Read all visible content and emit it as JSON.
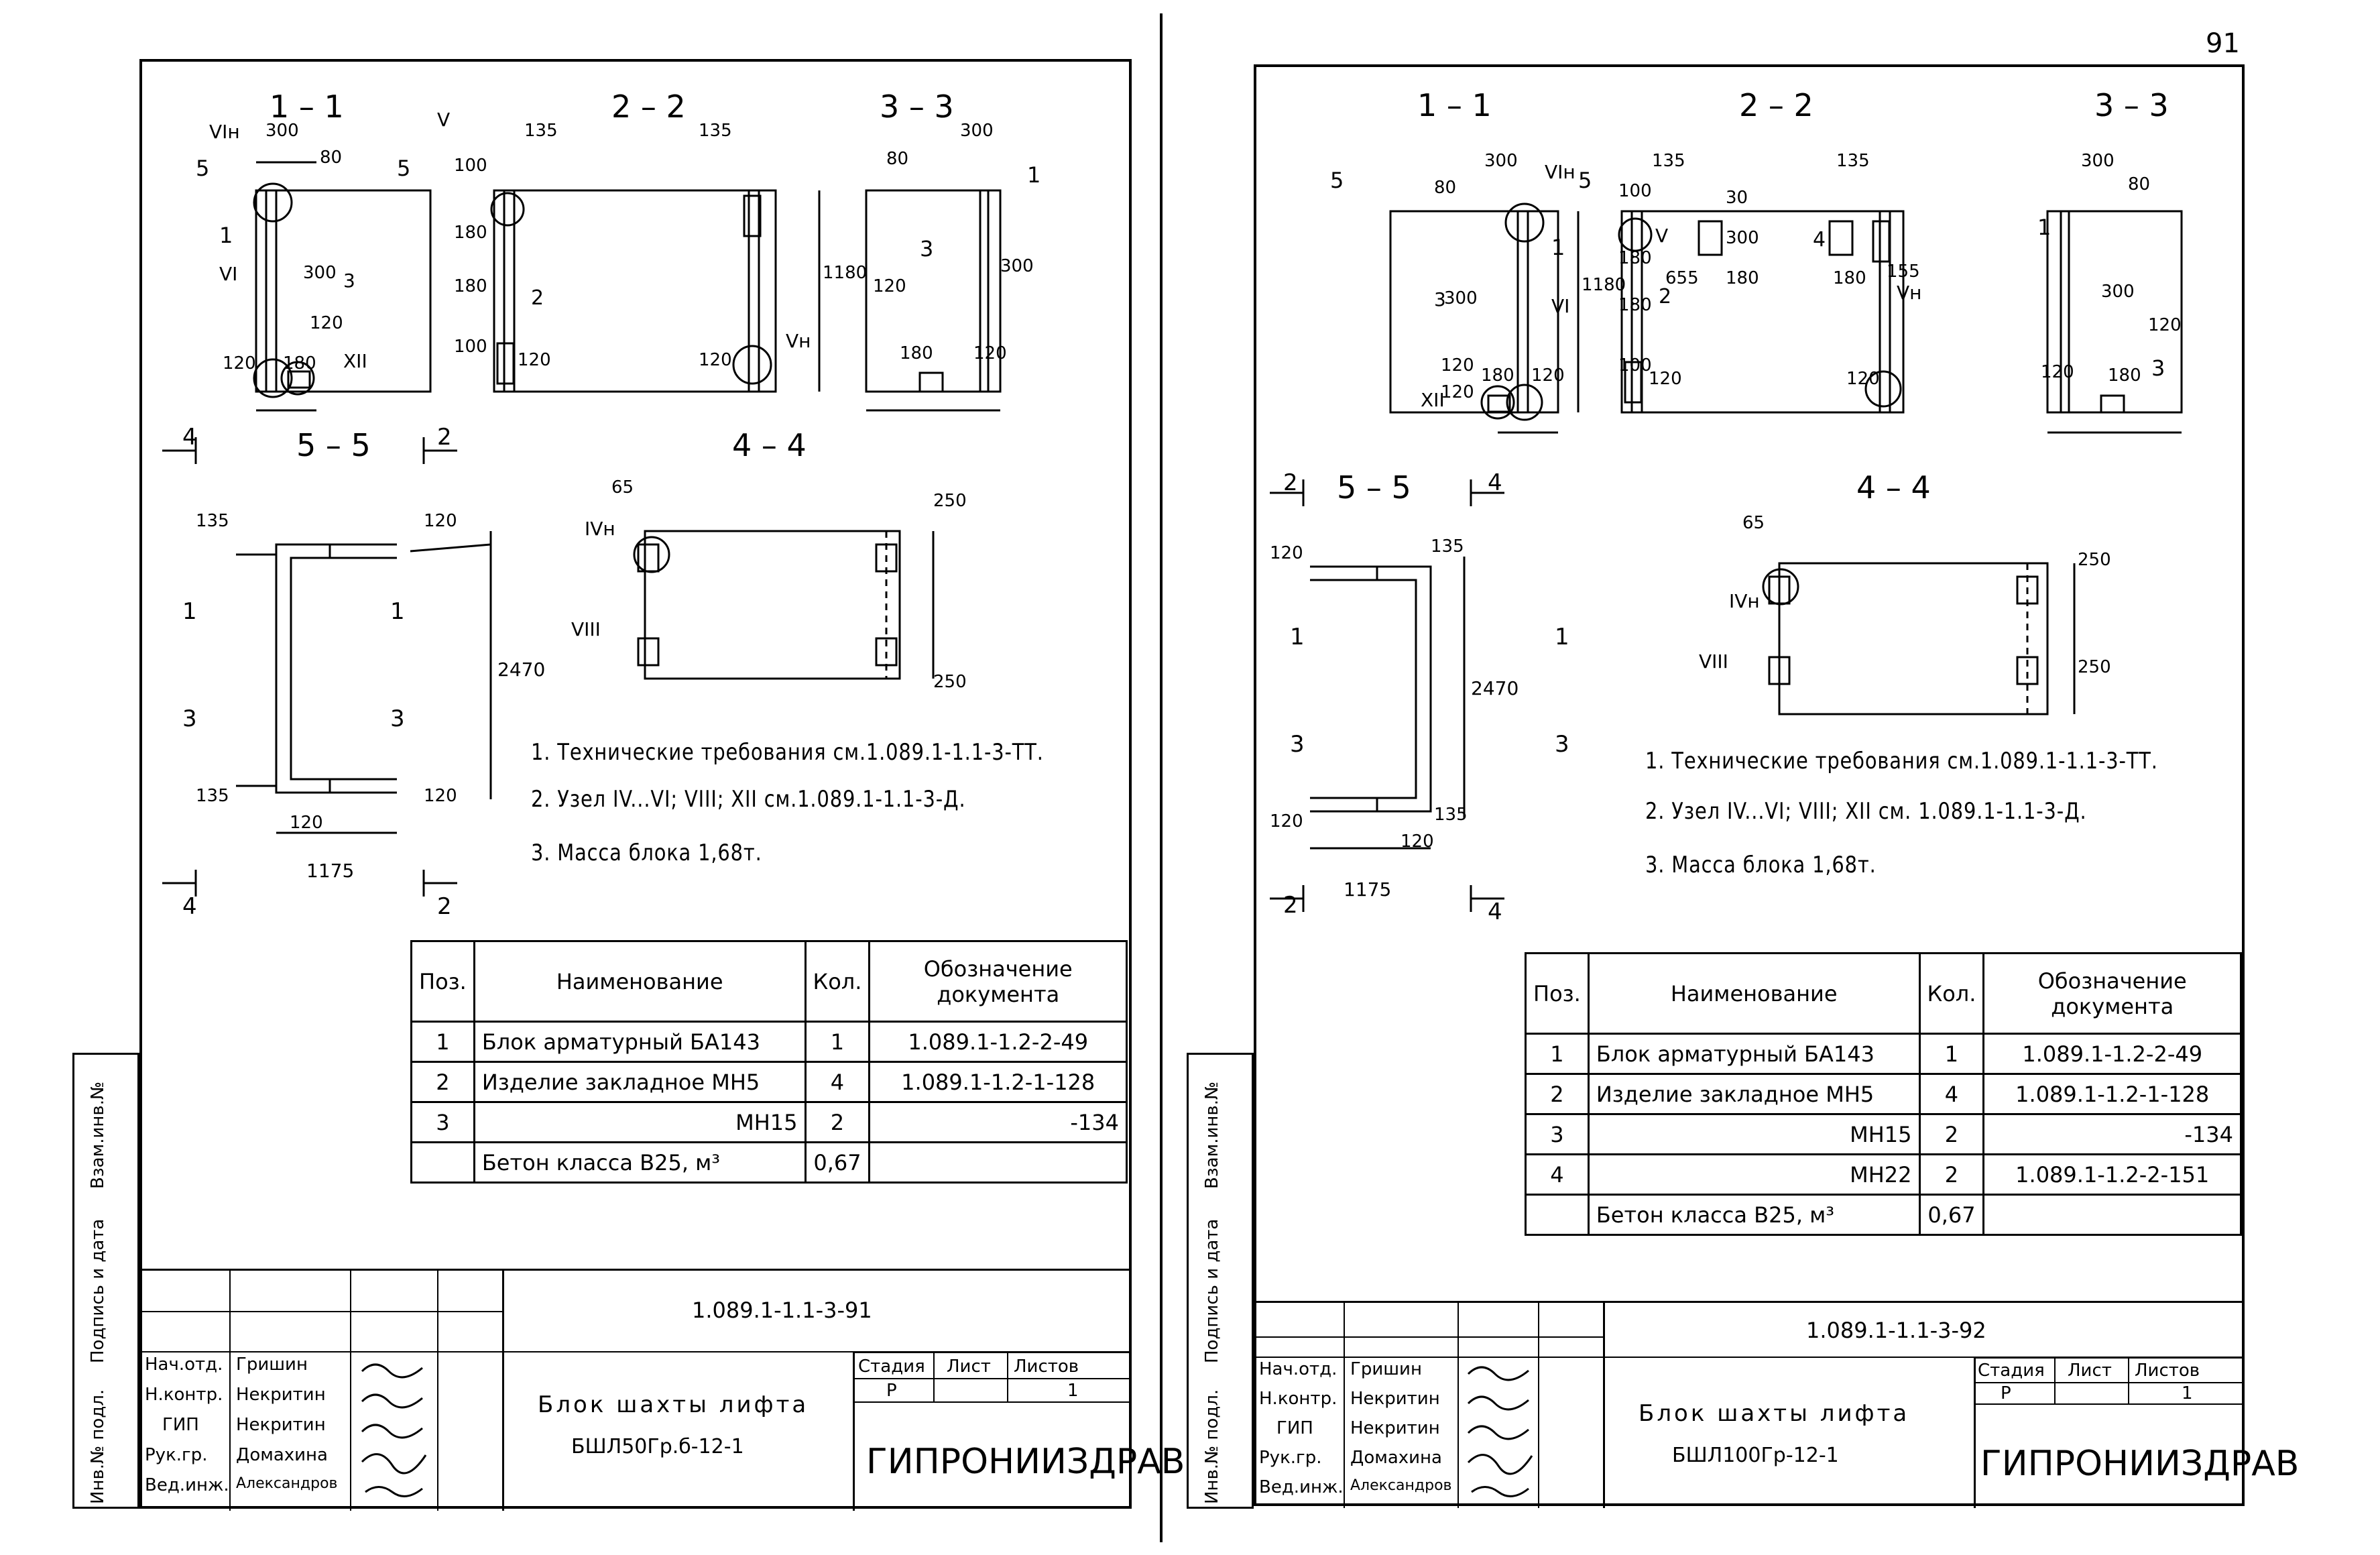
{
  "page_number": "91",
  "sheets": [
    {
      "id": "left",
      "sections": {
        "s11": "1 – 1",
        "s22": "2 – 2",
        "s33": "3 – 3",
        "s55": "5 – 5",
        "s44": "4 – 4"
      },
      "dims": {
        "d300a": "300",
        "d80a": "80",
        "d300b": "300",
        "d120a": "120",
        "d180a": "180",
        "d120b": "120",
        "d135a": "135",
        "d100a": "100",
        "d180b": "180",
        "d180c": "180",
        "d100b": "100",
        "d120c": "120",
        "d135b": "135",
        "d1180": "1180",
        "d120d": "120",
        "d80b": "80",
        "d300c": "300",
        "d300d": "300",
        "d120e": "120",
        "d180d": "180",
        "d120f": "120",
        "d135c": "135",
        "d120g": "120",
        "d2470": "2470",
        "d135d": "135",
        "d120h": "120",
        "d120i": "120",
        "d1175": "1175",
        "d65": "65",
        "d250a": "250",
        "d250b": "250"
      },
      "nodes": {
        "n6h": "VIн",
        "n5": "V",
        "n1": "1",
        "n6": "VI",
        "n3": "3",
        "n12": "XII",
        "n2": "2",
        "n5h": "Vн",
        "n1b": "1",
        "n3b": "3",
        "n4h": "IVн",
        "n8": "VIII",
        "cut5": "5",
        "cut5b": "5",
        "cut4": "4",
        "cut2": "2",
        "cut1": "1",
        "cut1b": "1",
        "cut3": "3",
        "cut3b": "3",
        "cut4b": "4",
        "cut2b": "2"
      },
      "notes": [
        "1. Технические требования см.1.089.1-1.1-3-ТТ.",
        "2. Узел IV...VI; VIII; XII см.1.089.1-1.1-3-Д.",
        "3. Масса блока 1,68т."
      ],
      "spec": {
        "h_pos": "Поз.",
        "h_name": "Наименование",
        "h_qty": "Кол.",
        "h_doc": "Обозначение документа",
        "rows": [
          {
            "pos": "1",
            "name": "Блок арматурный БА143",
            "qty": "1",
            "doc": "1.089.1-1.2-2-49"
          },
          {
            "pos": "2",
            "name": "Изделие закладное МН5",
            "qty": "4",
            "doc": "1.089.1-1.2-1-128"
          },
          {
            "pos": "3",
            "name": "МН15",
            "qty": "2",
            "doc": "-134"
          },
          {
            "pos": "",
            "name": "Бетон класса В25, м³",
            "qty": "0,67",
            "doc": ""
          }
        ]
      },
      "titleblock": {
        "code": "1.089.1-1.1-3-91",
        "title1": "Блок шахты лифта",
        "title2": "БШЛ50Гр.б-12-1",
        "h_stage": "Стадия",
        "h_sheet": "Лист",
        "h_sheets": "Листов",
        "stage": "Р",
        "sheets": "1",
        "org": "ГИПРОНИИЗДРАВ",
        "roles": [
          "Нач.отд.",
          "Н.контр.",
          "ГИП",
          "Рук.гр.",
          "Вед.инж."
        ],
        "names": [
          "Гришин",
          "Некритин",
          "Некритин",
          "Домахина",
          "Александров"
        ],
        "strip": [
          "Инв.№ подл.",
          "Подпись и дата",
          "Взам.инв.№"
        ]
      }
    },
    {
      "id": "right",
      "sections": {
        "s11": "1 – 1",
        "s22": "2 – 2",
        "s33": "3 – 3",
        "s55": "5 – 5",
        "s44": "4 – 4"
      },
      "dims": {
        "d300a": "300",
        "d80a": "80",
        "d300b": "300",
        "d120a": "120",
        "d180a": "180",
        "d120b": "120",
        "d120c": "120",
        "d135a": "135",
        "d100a": "100",
        "d180b": "180",
        "d180c": "180",
        "d100b": "100",
        "d1180": "1180",
        "d655": "655",
        "d180d": "180",
        "d300c": "300",
        "d30": "30",
        "d135b": "135",
        "d180e": "180",
        "d155": "155",
        "d120d": "120",
        "d120e": "120",
        "d300d": "300",
        "d80b": "80",
        "d300e": "300",
        "d120f": "120",
        "d120g": "120",
        "d180f": "180",
        "d120h": "120",
        "d135c": "135",
        "d2470": "2470",
        "d120i": "120",
        "d135d": "135",
        "d120j": "120",
        "d1175": "1175",
        "d65": "65",
        "d250a": "250",
        "d250b": "250"
      },
      "nodes": {
        "n6h": "VIн",
        "n1": "1",
        "n3": "3",
        "n6": "VI",
        "n12": "XII",
        "n5": "V",
        "n2": "2",
        "n4": "4",
        "n5h": "Vн",
        "n1b": "1",
        "n3b": "3",
        "n4h": "IVн",
        "n8": "VIII",
        "cut5": "5",
        "cut5b": "5",
        "cut2": "2",
        "cut4": "4",
        "cut1": "1",
        "cut1b": "1",
        "cut3": "3",
        "cut3b": "3",
        "cut2b": "2",
        "cut4b": "4"
      },
      "notes": [
        "1. Технические требования см.1.089.1-1.1-3-ТТ.",
        "2. Узел IV...VI; VIII; XII см. 1.089.1-1.1-3-Д.",
        "3. Масса блока 1,68т."
      ],
      "spec": {
        "h_pos": "Поз.",
        "h_name": "Наименование",
        "h_qty": "Кол.",
        "h_doc": "Обозначение документа",
        "rows": [
          {
            "pos": "1",
            "name": "Блок арматурный БА143",
            "qty": "1",
            "doc": "1.089.1-1.2-2-49"
          },
          {
            "pos": "2",
            "name": "Изделие закладное МН5",
            "qty": "4",
            "doc": "1.089.1-1.2-1-128"
          },
          {
            "pos": "3",
            "name": "МН15",
            "qty": "2",
            "doc": "-134"
          },
          {
            "pos": "4",
            "name": "МН22",
            "qty": "2",
            "doc": "1.089.1-1.2-2-151"
          },
          {
            "pos": "",
            "name": "Бетон класса В25, м³",
            "qty": "0,67",
            "doc": ""
          }
        ]
      },
      "titleblock": {
        "code": "1.089.1-1.1-3-92",
        "title1": "Блок шахты лифта",
        "title2": "БШЛ100Гр-12-1",
        "h_stage": "Стадия",
        "h_sheet": "Лист",
        "h_sheets": "Листов",
        "stage": "Р",
        "sheets": "1",
        "org": "ГИПРОНИИЗДРАВ",
        "roles": [
          "Нач.отд.",
          "Н.контр.",
          "ГИП",
          "Рук.гр.",
          "Вед.инж."
        ],
        "names": [
          "Гришин",
          "Некритин",
          "Некритин",
          "Домахина",
          "Александров"
        ],
        "strip": [
          "Инв.№ подл.",
          "Подпись и дата",
          "Взам.инв.№"
        ]
      }
    }
  ]
}
